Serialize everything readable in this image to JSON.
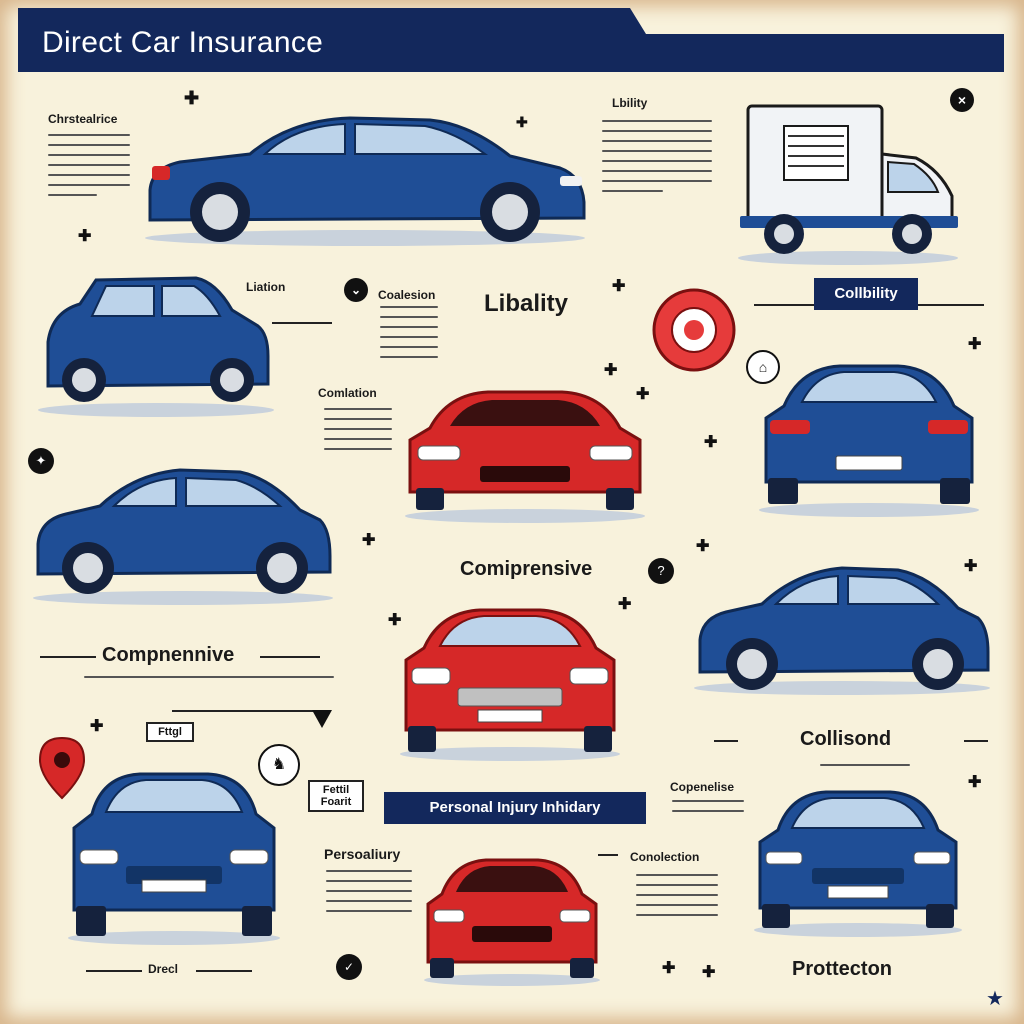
{
  "banner": {
    "title": "Direct Car Insurance"
  },
  "labels": {
    "top_left": "Chrstealrice",
    "liability_small": "Lbility",
    "liation": "Liation",
    "coalesion": "Coalesion",
    "libality_large": "Libality",
    "collbility": "Collbility",
    "comlation": "Comlation",
    "compensive_mid": "Comiprensive",
    "compnennive": "Compnennive",
    "collisond": "Collisond",
    "compensise": "Copenelise",
    "personal_injury_pill": "Personal Injury Inhidary",
    "personaliury": "Persoaliury",
    "conolection": "Conolection",
    "protteton": "Prottecton",
    "direct_small": "Drecl",
    "small_box_1": "Fttgl",
    "small_box_2": "Fettil\nFoarit"
  },
  "colors": {
    "banner": "#13285c",
    "car_blue": "#1f4e96",
    "car_red": "#d62828",
    "background": "#f8f2dc"
  },
  "icons": [
    "plus-icon",
    "close-icon",
    "badge-icon",
    "location-pin-icon",
    "target-icon",
    "star-icon"
  ]
}
